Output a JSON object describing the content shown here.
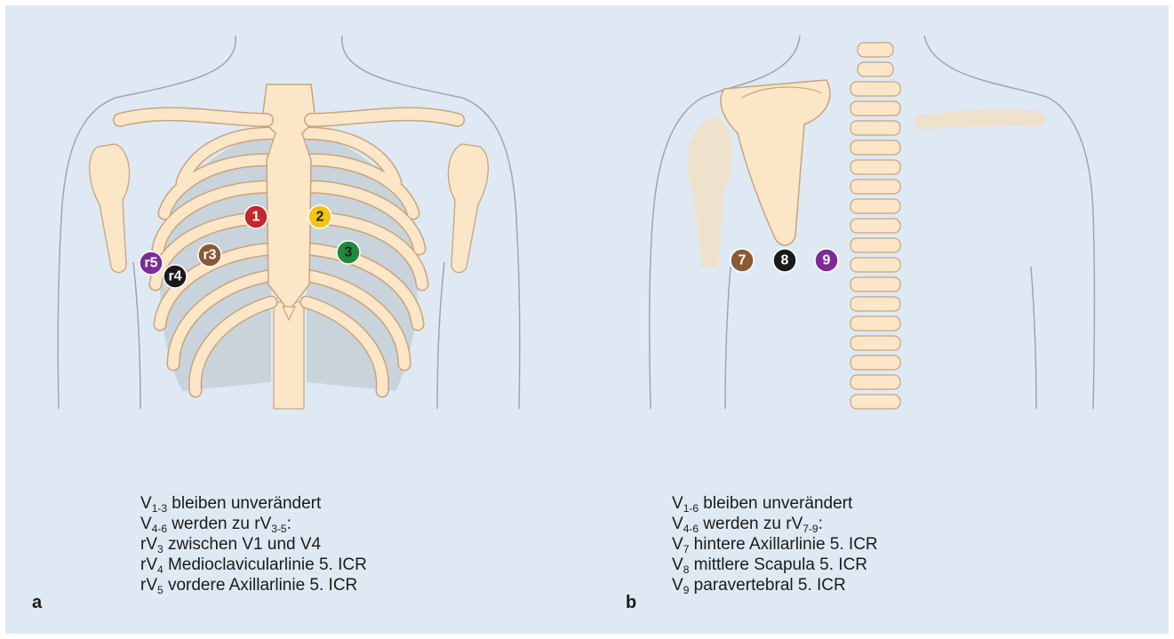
{
  "panels": {
    "a": {
      "label": "a",
      "electrodes": [
        {
          "id": "1",
          "color": "#c4282a"
        },
        {
          "id": "2",
          "color": "#f2c416"
        },
        {
          "id": "3",
          "color": "#1f8a3a"
        },
        {
          "id": "r3",
          "color": "#8a5a36"
        },
        {
          "id": "r4",
          "color": "#1a1a1a"
        },
        {
          "id": "r5",
          "color": "#7d2c96"
        }
      ],
      "caption": [
        {
          "pre": "V",
          "sub": "1-3",
          "post": " bleiben unverändert"
        },
        {
          "pre": "V",
          "sub": "4-6",
          "post": " werden zu rV",
          "sub2": "3-5",
          "post2": ":"
        },
        {
          "pre": "rV",
          "sub": "3",
          "post": " zwischen V1 und V4"
        },
        {
          "pre": "rV",
          "sub": "4",
          "post": " Medioclavicularlinie 5. ICR"
        },
        {
          "pre": "rV",
          "sub": "5",
          "post": " vordere Axillarlinie 5. ICR"
        }
      ]
    },
    "b": {
      "label": "b",
      "electrodes": [
        {
          "id": "7",
          "color": "#8a5a36"
        },
        {
          "id": "8",
          "color": "#1a1a1a"
        },
        {
          "id": "9",
          "color": "#7d2c96"
        }
      ],
      "caption": [
        {
          "pre": "V",
          "sub": "1-6",
          "post": " bleiben unverändert"
        },
        {
          "pre": "V",
          "sub": "4-6",
          "post": " werden zu rV",
          "sub2": "7-9",
          "post2": ":"
        },
        {
          "pre": "V",
          "sub": "7",
          "post": " hintere Axillarlinie 5. ICR"
        },
        {
          "pre": "V",
          "sub": "8",
          "post": " mittlere Scapula 5. ICR"
        },
        {
          "pre": "V",
          "sub": "9",
          "post": " paravertebral 5. ICR"
        }
      ]
    }
  },
  "colors": {
    "background": "#dfe9f4",
    "bone": "#fbe6c8",
    "bone_outline": "#c9a47a",
    "body_outline": "#9aa6b2",
    "lung": "#c9d3dc"
  }
}
